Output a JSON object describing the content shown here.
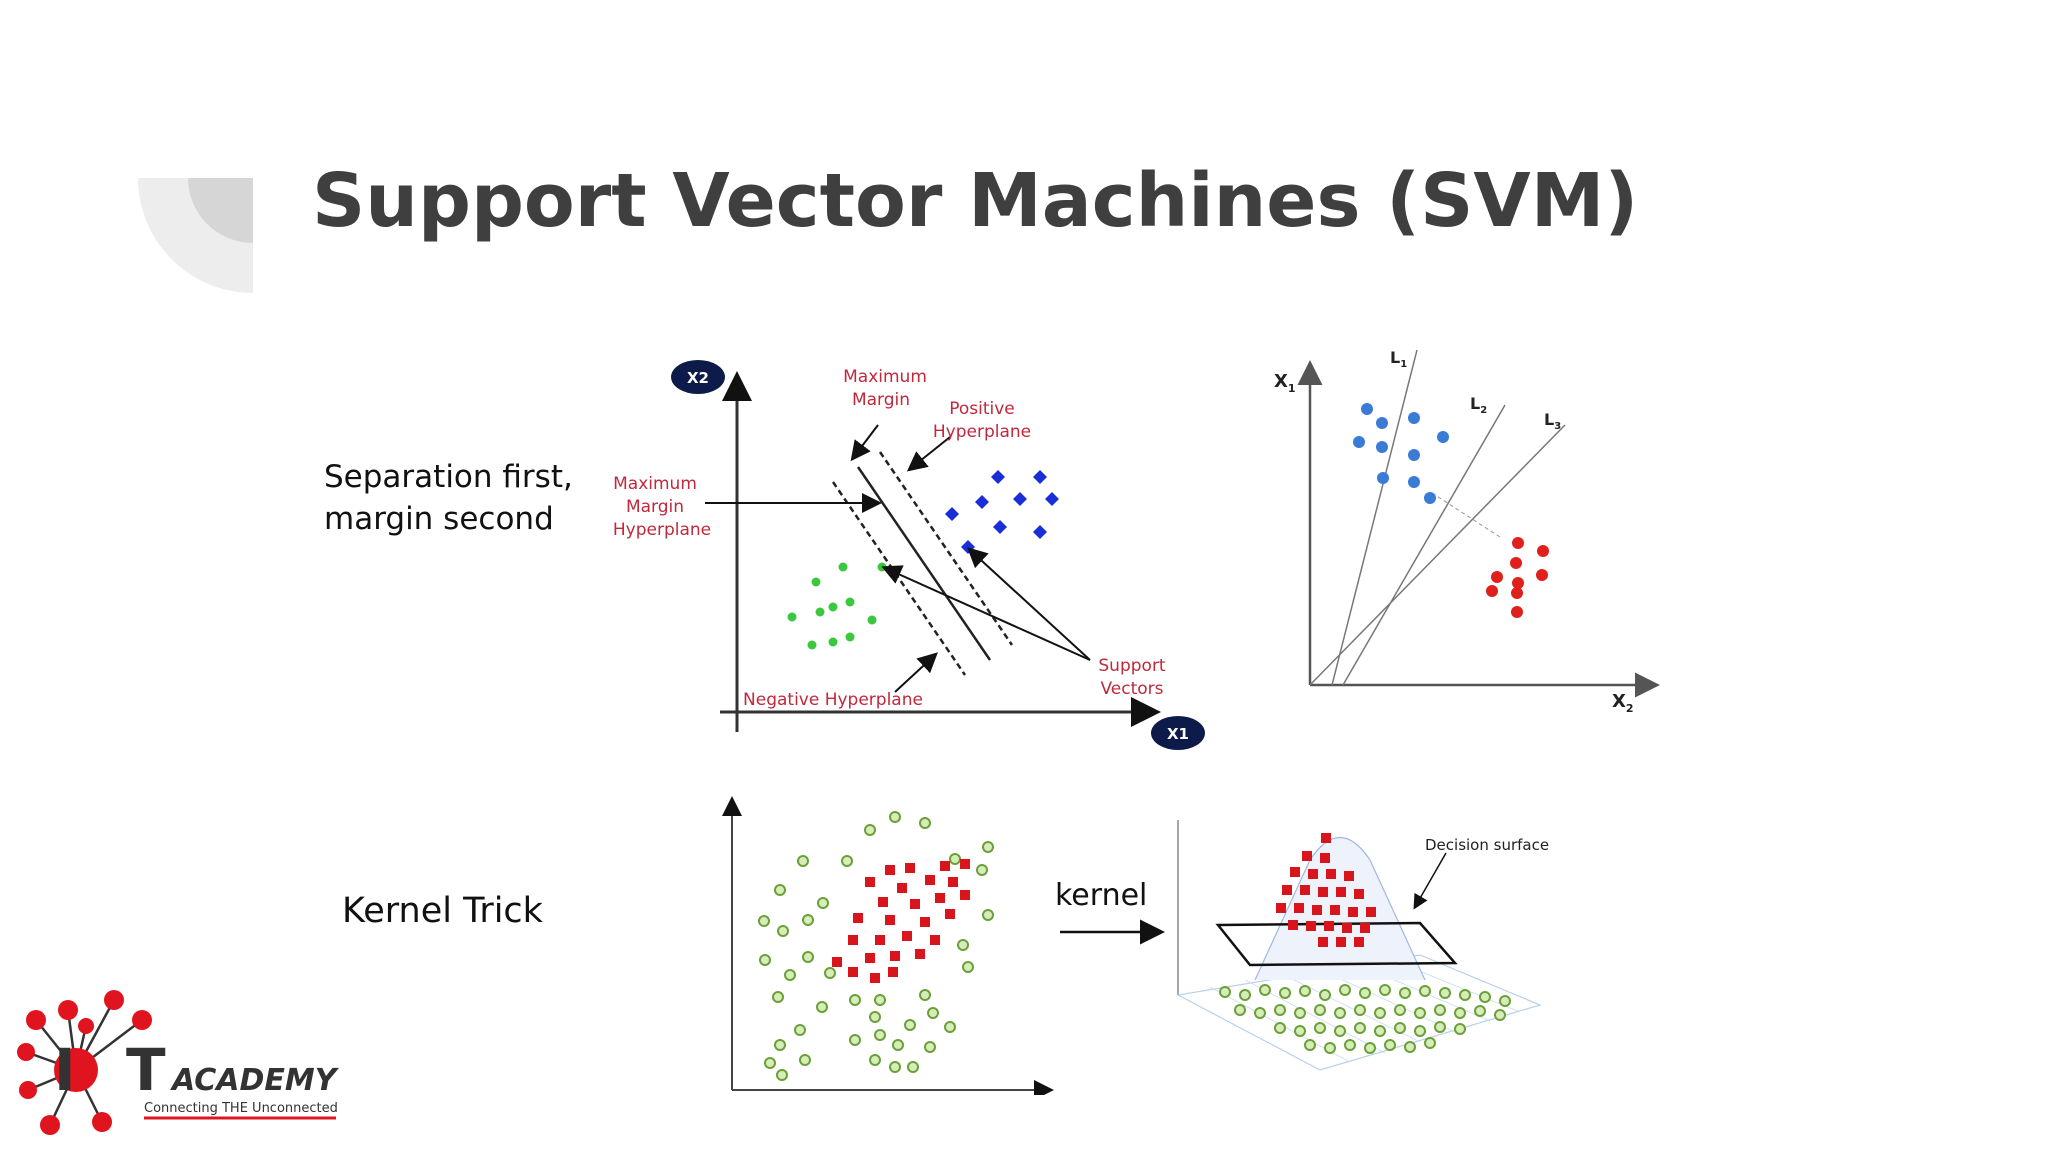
{
  "slide": {
    "title": "Support Vector Machines (SVM)",
    "label_separation_line1": "Separation first,",
    "label_separation_line2": "margin second",
    "label_kernel": "Kernel Trick"
  },
  "figure_svm": {
    "axis_x": "X1",
    "axis_y": "X2",
    "max_margin_1": "Maximum",
    "max_margin_2": "Margin",
    "pos_hyper_1": "Positive",
    "pos_hyper_2": "Hyperplane",
    "mm_hyper_1": "Maximum",
    "mm_hyper_2": "Margin",
    "mm_hyper_3": "Hyperplane",
    "support_1": "Support",
    "support_2": "Vectors",
    "negative": "Negative Hyperplane",
    "colors": {
      "label": "#c0283c",
      "green": "#3cc83c",
      "blue": "#1a2ed8",
      "axis_badge": "#0d1b4a"
    }
  },
  "figure_lines": {
    "axis_y": "X",
    "axis_y_sub": "1",
    "axis_x": "X",
    "axis_x_sub": "2",
    "line1": "L",
    "line1_sub": "1",
    "line2": "L",
    "line2_sub": "2",
    "line3": "L",
    "line3_sub": "3",
    "colors": {
      "blue": "#3a7bd5",
      "red": "#e0201c"
    }
  },
  "figure_kernel": {
    "arrow_label": "kernel",
    "surface_label": "Decision surface",
    "colors": {
      "red": "#d8141c",
      "green": "#8cc84a"
    }
  },
  "logo": {
    "brand_i": "I",
    "brand_t": "T",
    "brand_academy": "ACADEMY",
    "tagline": "Connecting THE Unconnected",
    "colors": {
      "red": "#e0141e",
      "dark": "#333333"
    }
  }
}
